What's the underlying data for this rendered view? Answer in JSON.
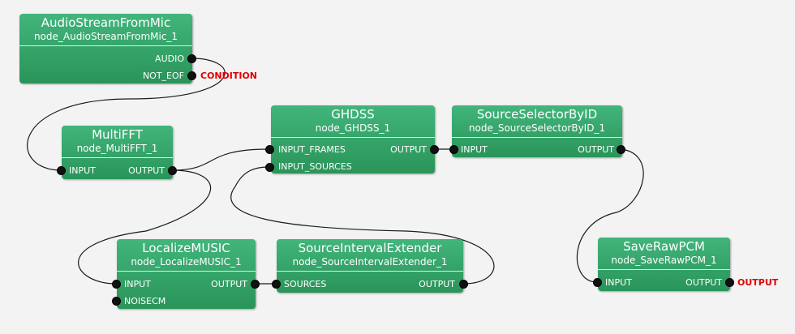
{
  "nodes": {
    "mic": {
      "title": "AudioStreamFromMic",
      "name": "node_AudioStreamFromMic_1",
      "out1": "AUDIO",
      "out2": "NOT_EOF"
    },
    "fft": {
      "title": "MultiFFT",
      "name": "node_MultiFFT_1",
      "in1": "INPUT",
      "out1": "OUTPUT"
    },
    "ghdss": {
      "title": "GHDSS",
      "name": "node_GHDSS_1",
      "in1": "INPUT_FRAMES",
      "in2": "INPUT_SOURCES",
      "out1": "OUTPUT"
    },
    "ssid": {
      "title": "SourceSelectorByID",
      "name": "node_SourceSelectorByID_1",
      "in1": "INPUT",
      "out1": "OUTPUT"
    },
    "music": {
      "title": "LocalizeMUSIC",
      "name": "node_LocalizeMUSIC_1",
      "in1": "INPUT",
      "in2": "NOISECM",
      "out1": "OUTPUT"
    },
    "sie": {
      "title": "SourceIntervalExtender",
      "name": "node_SourceIntervalExtender_1",
      "in1": "SOURCES",
      "out1": "OUTPUT"
    },
    "save": {
      "title": "SaveRawPCM",
      "name": "node_SaveRawPCM_1",
      "in1": "INPUT",
      "out1": "OUTPUT"
    }
  },
  "terminals": {
    "condition": "CONDITION",
    "output": "OUTPUT"
  },
  "colors": {
    "node": "#2ea060",
    "wire": "#1a1a1a",
    "terminal": "#e00000"
  }
}
